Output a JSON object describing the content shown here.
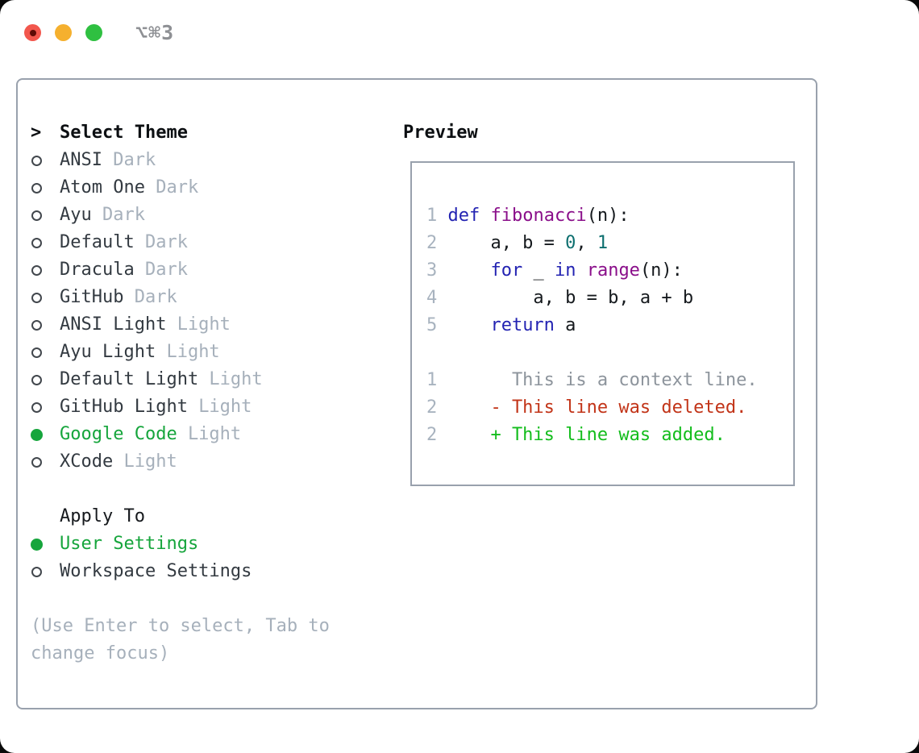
{
  "titlebar": {
    "title": "⌥⌘3",
    "buttons": [
      {
        "name": "close-button"
      },
      {
        "name": "minimize-button"
      },
      {
        "name": "zoom-button"
      }
    ]
  },
  "theme_panel": {
    "header_marker": ">",
    "header": "Select Theme",
    "items": [
      {
        "name": "ANSI",
        "variant": "Dark",
        "selected": false
      },
      {
        "name": "Atom One",
        "variant": "Dark",
        "selected": false
      },
      {
        "name": "Ayu",
        "variant": "Dark",
        "selected": false
      },
      {
        "name": "Default",
        "variant": "Dark",
        "selected": false
      },
      {
        "name": "Dracula",
        "variant": "Dark",
        "selected": false
      },
      {
        "name": "GitHub",
        "variant": "Dark",
        "selected": false
      },
      {
        "name": "ANSI Light",
        "variant": "Light",
        "selected": false
      },
      {
        "name": "Ayu Light",
        "variant": "Light",
        "selected": false
      },
      {
        "name": "Default Light",
        "variant": "Light",
        "selected": false
      },
      {
        "name": "GitHub Light",
        "variant": "Light",
        "selected": false
      },
      {
        "name": "Google Code",
        "variant": "Light",
        "selected": true
      },
      {
        "name": "XCode",
        "variant": "Light",
        "selected": false
      }
    ],
    "apply_to": {
      "header": "Apply To",
      "options": [
        {
          "label": "User Settings",
          "selected": true
        },
        {
          "label": "Workspace Settings",
          "selected": false
        }
      ]
    },
    "hint_lines": [
      "(Use Enter to select, Tab to",
      "change focus)"
    ]
  },
  "preview": {
    "title": "Preview",
    "code_lines": [
      {
        "num": "1",
        "segments": [
          {
            "t": "def",
            "c": "keyword"
          },
          {
            "t": " ",
            "c": "plain"
          },
          {
            "t": "fibonacci",
            "c": "function"
          },
          {
            "t": "(n):",
            "c": "plain"
          }
        ]
      },
      {
        "num": "2",
        "segments": [
          {
            "t": "    a, b = ",
            "c": "plain"
          },
          {
            "t": "0",
            "c": "number"
          },
          {
            "t": ", ",
            "c": "plain"
          },
          {
            "t": "1",
            "c": "number"
          }
        ]
      },
      {
        "num": "3",
        "segments": [
          {
            "t": "    ",
            "c": "plain"
          },
          {
            "t": "for",
            "c": "keyword"
          },
          {
            "t": " _ ",
            "c": "plain"
          },
          {
            "t": "in",
            "c": "keyword"
          },
          {
            "t": " ",
            "c": "plain"
          },
          {
            "t": "range",
            "c": "function"
          },
          {
            "t": "(n):",
            "c": "plain"
          }
        ]
      },
      {
        "num": "4",
        "segments": [
          {
            "t": "        a, b = b, a + b",
            "c": "plain"
          }
        ]
      },
      {
        "num": "5",
        "segments": [
          {
            "t": "    ",
            "c": "plain"
          },
          {
            "t": "return",
            "c": "keyword"
          },
          {
            "t": " a",
            "c": "plain"
          }
        ]
      }
    ],
    "diff_lines": [
      {
        "num": "1",
        "text": "      This is a context line.",
        "kind": "context"
      },
      {
        "num": "2",
        "text": "    - This line was deleted.",
        "kind": "deleted"
      },
      {
        "num": "2",
        "text": "    + This line was added.",
        "kind": "added"
      }
    ]
  },
  "colors": {
    "ui_green": "#16a53c",
    "keyword_blue": "#2323b2",
    "function_purple": "#8a0f8a",
    "number_teal": "#0d6f6f",
    "deleted_red": "#c23418",
    "added_green": "#13bd1c",
    "context_gray": "#8d949c",
    "line_number_gray": "#a8b3bf",
    "muted_gray": "#a6b0bb",
    "text_dark": "#333a41",
    "heading_black": "#0c0f12",
    "border_gray": "#99a1ad",
    "traffic_red": "#f2574d",
    "traffic_yellow": "#f5b02e",
    "traffic_green": "#2fc041",
    "title_gray": "#8e9094"
  }
}
